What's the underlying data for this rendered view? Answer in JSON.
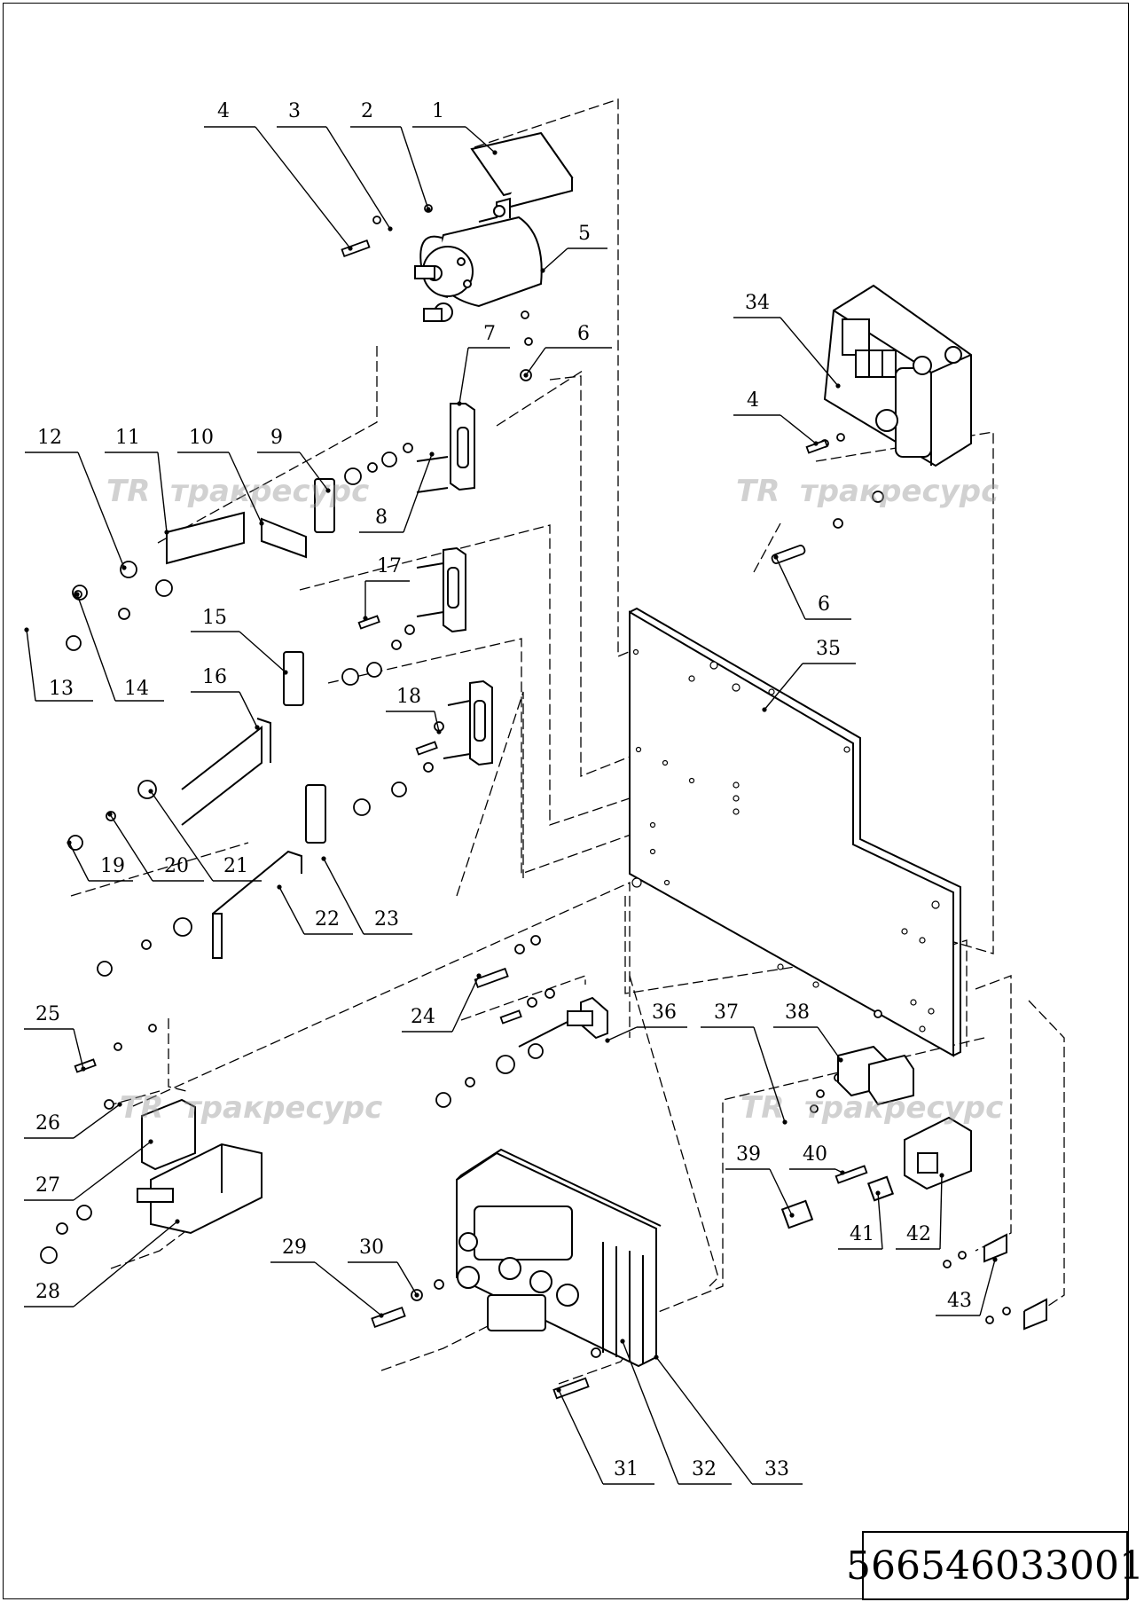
{
  "drawing_number": "566546033001",
  "watermark": {
    "logo_text": "TR",
    "brand_text": "тракресурс"
  },
  "callouts": [
    {
      "num": "1"
    },
    {
      "num": "2"
    },
    {
      "num": "3"
    },
    {
      "num": "4"
    },
    {
      "num": "5"
    },
    {
      "num": "6"
    },
    {
      "num": "7"
    },
    {
      "num": "8"
    },
    {
      "num": "9"
    },
    {
      "num": "10"
    },
    {
      "num": "11"
    },
    {
      "num": "12"
    },
    {
      "num": "13"
    },
    {
      "num": "14"
    },
    {
      "num": "15"
    },
    {
      "num": "16"
    },
    {
      "num": "17"
    },
    {
      "num": "18"
    },
    {
      "num": "19"
    },
    {
      "num": "20"
    },
    {
      "num": "21"
    },
    {
      "num": "22"
    },
    {
      "num": "23"
    },
    {
      "num": "24"
    },
    {
      "num": "25"
    },
    {
      "num": "26"
    },
    {
      "num": "27"
    },
    {
      "num": "28"
    },
    {
      "num": "29"
    },
    {
      "num": "30"
    },
    {
      "num": "31"
    },
    {
      "num": "32"
    },
    {
      "num": "33"
    },
    {
      "num": "34"
    },
    {
      "num": "4"
    },
    {
      "num": "6"
    },
    {
      "num": "35"
    },
    {
      "num": "36"
    },
    {
      "num": "37"
    },
    {
      "num": "38"
    },
    {
      "num": "39"
    },
    {
      "num": "40"
    },
    {
      "num": "41"
    },
    {
      "num": "42"
    },
    {
      "num": "43"
    }
  ]
}
